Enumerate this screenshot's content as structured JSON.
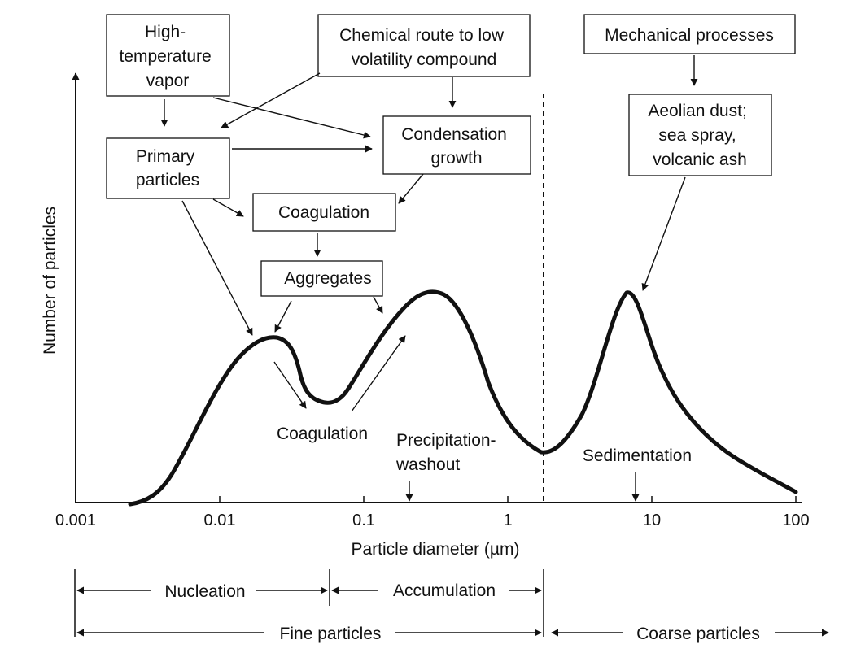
{
  "axes": {
    "y_label": "Number of particles",
    "x_label": "Particle diameter (µm)",
    "x_ticks": [
      "0.001",
      "0.01",
      "0.1",
      "1",
      "10",
      "100"
    ]
  },
  "boxes": {
    "high_temp_vapor": [
      "High-",
      "temperature",
      "vapor"
    ],
    "chemical_route": [
      "Chemical route to low",
      "volatility compound"
    ],
    "mechanical": [
      "Mechanical processes"
    ],
    "condensation": [
      "Condensation",
      "growth"
    ],
    "primary": [
      "Primary",
      "particles"
    ],
    "aeolian": [
      "Aeolian dust;",
      "sea spray,",
      "volcanic ash"
    ],
    "coagulation_top": [
      "Coagulation"
    ],
    "aggregates": [
      "Aggregates"
    ]
  },
  "labels": {
    "coagulation_lower": "Coagulation",
    "precipitation": [
      "Precipitation-",
      "washout"
    ],
    "sedimentation": "Sedimentation"
  },
  "ranges": {
    "nucleation": "Nucleation",
    "accumulation": "Accumulation",
    "fine": "Fine particles",
    "coarse": "Coarse particles"
  }
}
